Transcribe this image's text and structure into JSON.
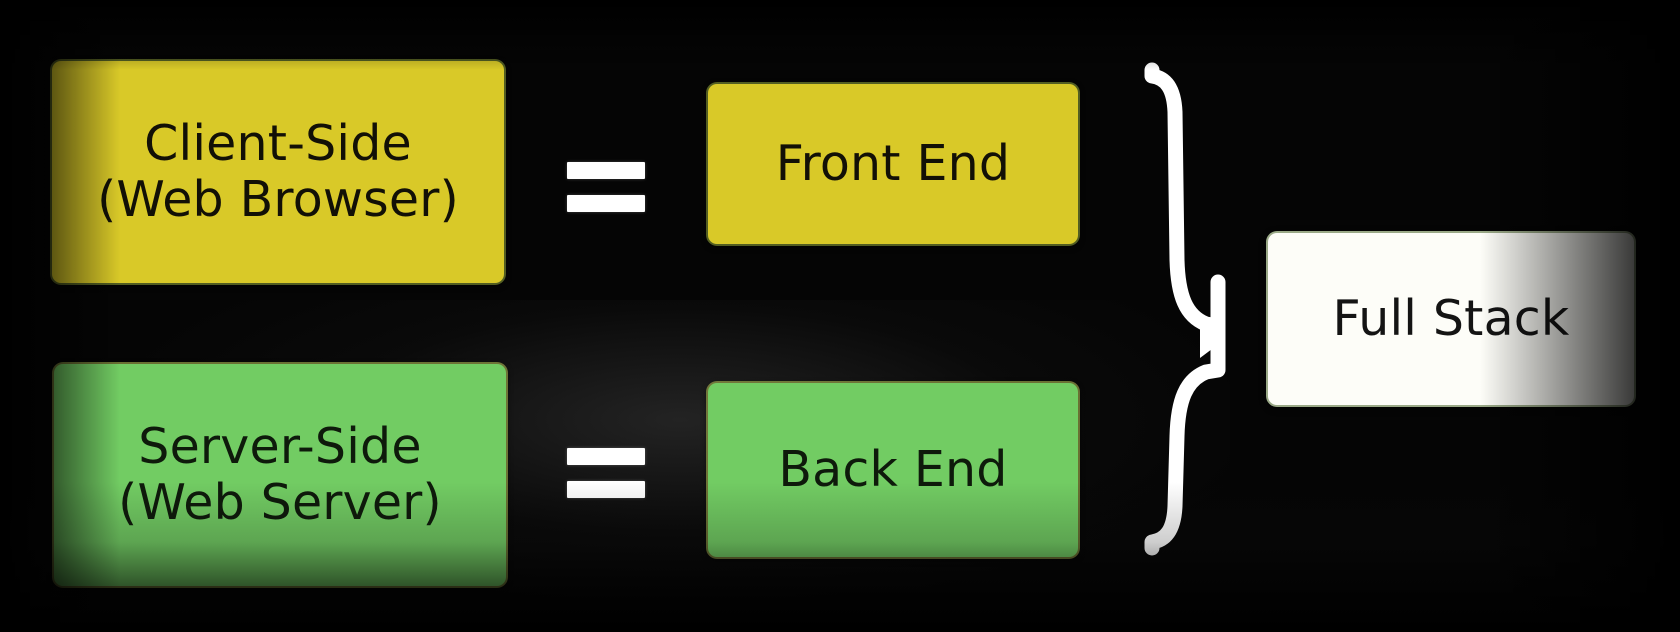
{
  "diagram": {
    "title": "Client-Side and Server-Side equals Front End and Back End equals Full Stack",
    "background_color": "#050505",
    "nodes": [
      {
        "id": "client-side",
        "label": "Client-Side\n(Web Browser)",
        "fill": "#d9c928",
        "text_color": "#121006"
      },
      {
        "id": "front-end",
        "label": "Front End",
        "fill": "#d9c928",
        "text_color": "#121006"
      },
      {
        "id": "server-side",
        "label": "Server-Side\n(Web Server)",
        "fill": "#72cc63",
        "text_color": "#0e1a0b"
      },
      {
        "id": "back-end",
        "label": "Back End",
        "fill": "#72cc63",
        "text_color": "#0e1a0b"
      },
      {
        "id": "full-stack",
        "label": "Full Stack",
        "fill": "#fdfdf8",
        "text_color": "#141414"
      }
    ],
    "operators": {
      "equals_top": "=",
      "equals_bottom": "=",
      "brace": "}"
    },
    "connector_color": "#ffffff"
  }
}
